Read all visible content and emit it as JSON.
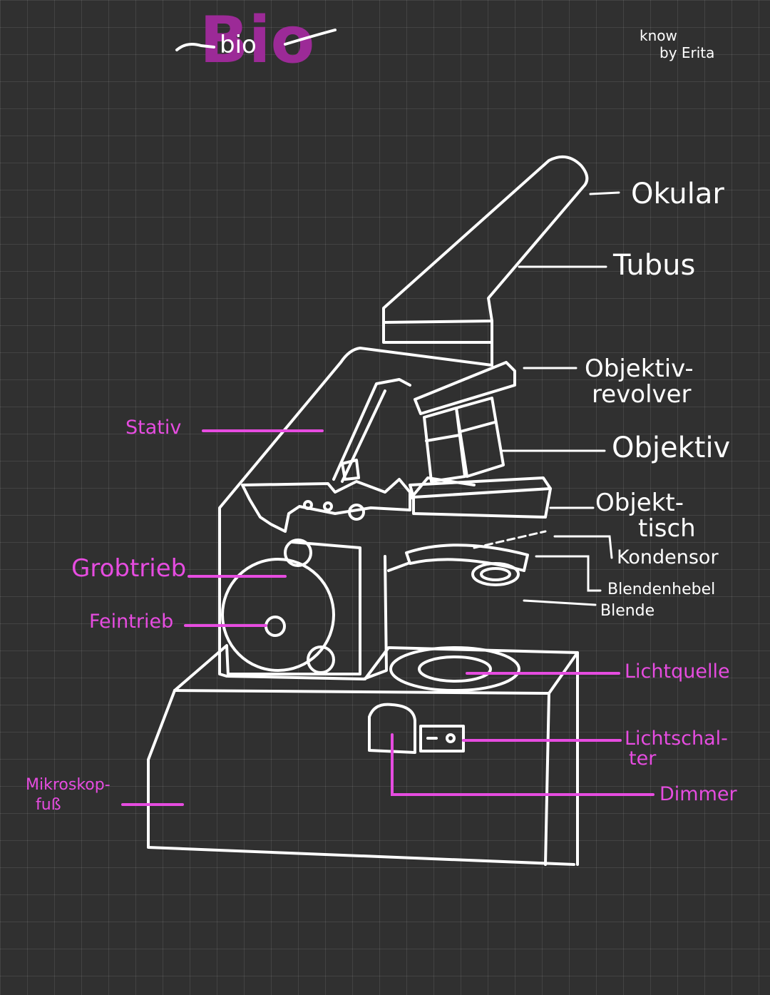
{
  "header": {
    "title_big": "Bio",
    "title_small": "bio",
    "watermark_line1": "know",
    "watermark_line2": "by Erita"
  },
  "labels": {
    "okular": "Okular",
    "tubus": "Tubus",
    "objektivrevolver_1": "Objektiv-",
    "objektivrevolver_2": "revolver",
    "objektiv": "Objektiv",
    "objekttisch_1": "Objekt-",
    "objekttisch_2": "tisch",
    "kondensor": "Kondensor",
    "blendenhebel": "Blendenhebel",
    "blende": "Blende",
    "stativ": "Stativ",
    "grobtrieb": "Grobtrieb",
    "feintrieb": "Feintrieb",
    "lichtquelle": "Lichtquelle",
    "lichtschalter_1": "Lichtschal-",
    "lichtschalter_2": "ter",
    "dimmer": "Dimmer",
    "mikroskopfuss_1": "Mikroskop-",
    "mikroskopfuss_2": "fuß"
  },
  "colors": {
    "background": "#303030",
    "drawing": "#ffffff",
    "accent": "#e64ce0",
    "title": "#9c2a97"
  }
}
